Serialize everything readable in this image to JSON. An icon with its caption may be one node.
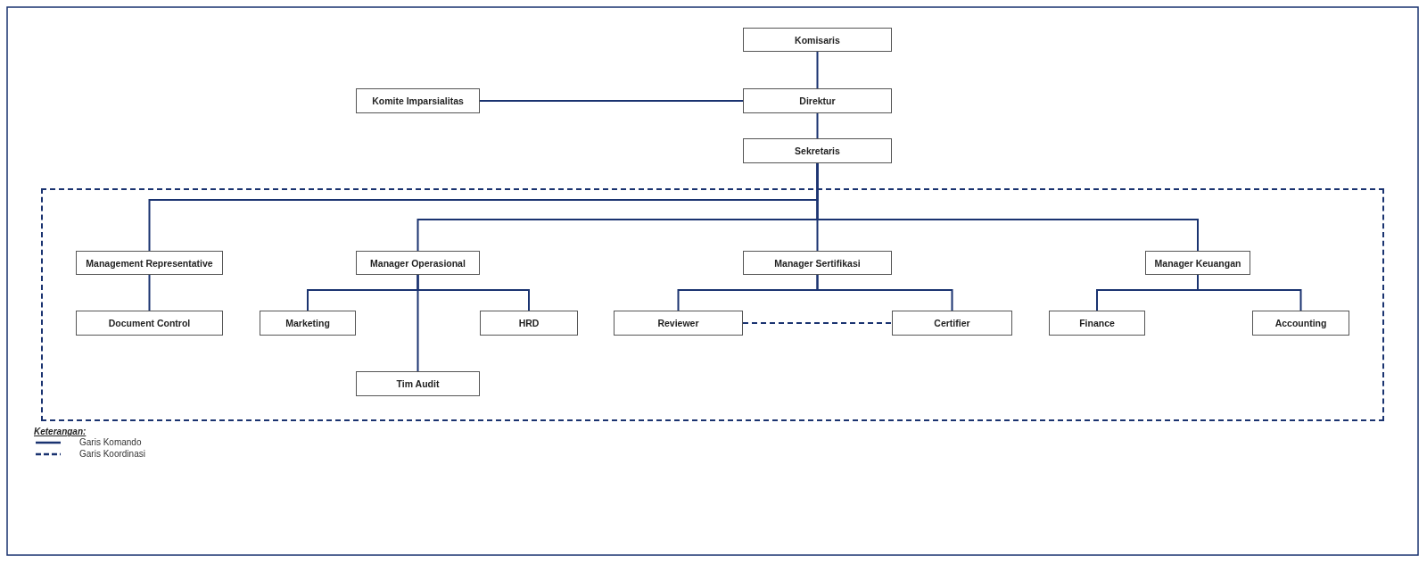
{
  "diagram": {
    "nodes": [
      {
        "text": [
          "Komisaris"
        ]
      },
      {
        "text": [
          "Komite Imparsialitas"
        ]
      },
      {
        "text": [
          "Direktur"
        ]
      },
      {
        "text": [
          "Sekretaris"
        ]
      },
      {
        "text": [],
        "shape": "box"
      },
      {
        "text": [
          "Management Representative"
        ],
        "in": 4
      },
      {
        "text": [
          "Manager Operasional"
        ],
        "in": 4
      },
      {
        "text": [
          "Manager Sertifikasi"
        ],
        "in": 4
      },
      {
        "text": [
          "Manager Keuangan"
        ],
        "in": 4
      },
      {
        "text": [
          "Document Control"
        ],
        "in": 4
      },
      {
        "text": [
          "Marketing"
        ],
        "in": 4
      },
      {
        "text": [
          "HRD"
        ],
        "in": 4
      },
      {
        "text": [
          "Reviewer"
        ],
        "in": 4
      },
      {
        "text": [
          "Certifier"
        ],
        "in": 4
      },
      {
        "text": [
          "Finance"
        ],
        "in": 4
      },
      {
        "text": [
          "Accounting"
        ],
        "in": 4
      },
      {
        "text": [
          "Tim Audit"
        ],
        "in": 4
      }
    ],
    "edges": [
      {
        "from": 0,
        "to": 2,
        "arrow": "none"
      },
      {
        "from": 1,
        "to": 2,
        "arrow": "none"
      },
      {
        "from": 2,
        "to": 3,
        "arrow": "none"
      },
      {
        "from": 3,
        "to": 5,
        "arrow": "none"
      },
      {
        "from": 3,
        "to": 6,
        "arrow": "none"
      },
      {
        "from": 3,
        "to": 7,
        "arrow": "none"
      },
      {
        "from": 3,
        "to": 8,
        "arrow": "none"
      },
      {
        "from": 5,
        "to": 9,
        "arrow": "none"
      },
      {
        "from": 6,
        "to": 10,
        "arrow": "none"
      },
      {
        "from": 6,
        "to": 11,
        "arrow": "none"
      },
      {
        "from": 6,
        "to": 16,
        "arrow": "none"
      },
      {
        "from": 7,
        "to": 12,
        "arrow": "none"
      },
      {
        "from": 7,
        "to": 13,
        "arrow": "none"
      },
      {
        "from": 8,
        "to": 14,
        "arrow": "none"
      },
      {
        "from": 8,
        "to": 15,
        "arrow": "none"
      },
      {
        "from": 12,
        "to": 13,
        "arrow": "none",
        "style": "dashed"
      }
    ],
    "labels": [
      "Keterangan:"
    ],
    "legend": [
      {
        "text": "Garis Komando"
      },
      {
        "text": "Garis Koordinasi"
      }
    ]
  }
}
